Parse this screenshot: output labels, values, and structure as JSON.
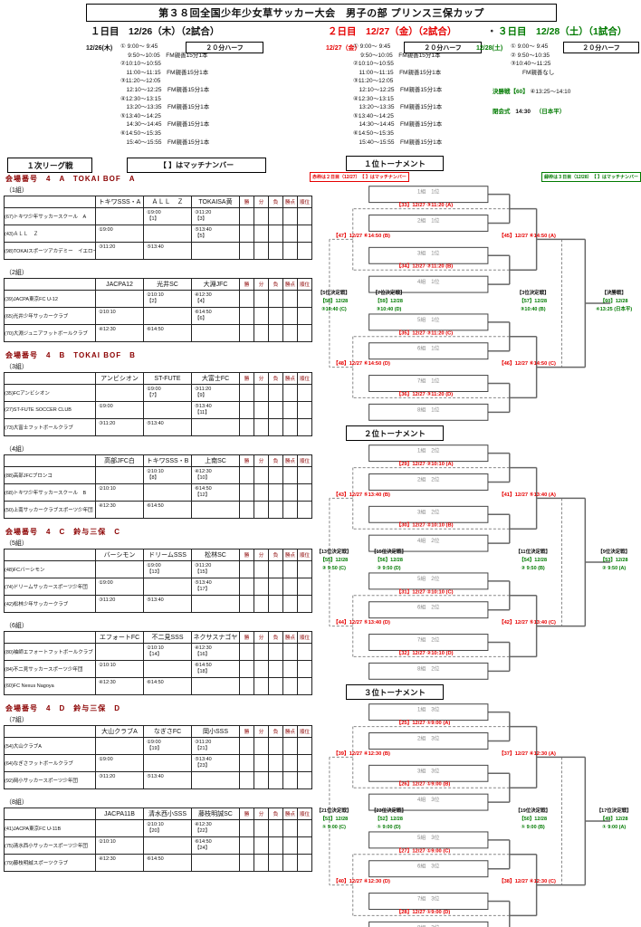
{
  "page": {
    "title": "第３８回全国少年少女草サッカー大会　男子の部 プリンス三保カップ",
    "day1_header": "１日目　12/26（木）（2試合）",
    "day2_header": "２日目　12/27（金）（2試合）",
    "separator": "・",
    "day3_header": "３日目　12/28（土）（1試合）"
  },
  "colors": {
    "red": "#e60000",
    "green": "#007a00",
    "maroon": "#8b0000"
  },
  "schedule": {
    "day1": {
      "date_label": "12/26(木)",
      "half_label": "２０分ハーフ",
      "lines": [
        "① 9:00～ 9:45",
        "　 9:50～10:05　FM親善15分1本",
        "②10:10～10:55",
        "　11:00～11:15　FM親善15分1本",
        "③11:20～12:05",
        "　12:10～12:25　FM親善15分1本",
        "④12:30～13:15",
        "　13:20～13:35　FM親善15分1本",
        "⑤13:40～14:25",
        "　14:30～14:45　FM親善15分1本",
        "⑥14:50～15:35",
        "　15:40～15:55　FM親善15分1本"
      ]
    },
    "day2": {
      "date_label": "12/27（金）",
      "half_label": "２０分ハーフ",
      "lines": [
        "① 9:00～ 9:45",
        "　 9:50～10:05　FM親善15分1本",
        "②10:10～10:55",
        "　11:00～11:15　FM親善15分1本",
        "③11:20～12:05",
        "　12:10～12:25　FM親善15分1本",
        "④12:30～13:15",
        "　13:20～13:35　FM親善15分1本",
        "⑤13:40～14:25",
        "　14:30～14:45　FM親善15分1本",
        "⑥14:50～15:35",
        "　15:40～15:55　FM親善15分1本"
      ]
    },
    "day3": {
      "date_label": "12/28(土)",
      "half_label": "２０分ハーフ",
      "lines": [
        "① 9:00～ 9:45",
        "② 9:50～10:35",
        "③10:40～11:25",
        "　　FM親善なし"
      ],
      "final_label": "決勝戦【60】",
      "final_time": "④13:25～14:10",
      "closing_label": "閉会式",
      "closing_time": "14:30",
      "closing_venue": "（日本平）"
    }
  },
  "league": {
    "section_label": "１次リーグ戦",
    "match_note": "【 】はマッチナンバー",
    "result_cols": [
      "勝",
      "分",
      "負",
      "勝点",
      "順位"
    ],
    "venues": [
      {
        "heading": "会場番号　4　A　TOKAI BOF　A",
        "groups": [
          {
            "name": "（1組）",
            "cols": [
              "トキワSSS・A",
              "ＡＬＬ　Ｚ",
              "TOKAISA黄"
            ],
            "rows": [
              {
                "team": "(67)トキワ少年サッカースクール　A",
                "cells": [
                  "",
                  "①9:00\n【1】",
                  "③11:20\n【3】"
                ]
              },
              {
                "team": "(43)ＡＬＬ　Ｚ",
                "cells": [
                  "①9:00",
                  "",
                  "⑤13:40\n【5】"
                ]
              },
              {
                "team": "(98)TOKAIスポーツアカデミー　イエロー",
                "cells": [
                  "③11:20",
                  "⑤13:40",
                  ""
                ]
              }
            ]
          },
          {
            "name": "（2組）",
            "cols": [
              "JACPA12",
              "光井SC",
              "大淵JFC"
            ],
            "rows": [
              {
                "team": "(39)JACPA東京FC U-12",
                "cells": [
                  "",
                  "②10:10\n【2】",
                  "④12:30\n【4】"
                ]
              },
              {
                "team": "(65)光井少年サッカークラブ",
                "cells": [
                  "②10:10",
                  "",
                  "⑥14:50\n【6】"
                ]
              },
              {
                "team": "(70)大淵ジュニアフットボールクラブ",
                "cells": [
                  "④12:30",
                  "⑥14:50",
                  ""
                ]
              }
            ]
          }
        ]
      },
      {
        "heading": "会場番号　4　B　TOKAI BOF　B",
        "groups": [
          {
            "name": "（3組）",
            "cols": [
              "アンビシオン",
              "ST-FUTE",
              "大富士FC"
            ],
            "rows": [
              {
                "team": "(35)FCアンビシオン",
                "cells": [
                  "",
                  "①9:00\n【7】",
                  "③11:20\n【9】"
                ]
              },
              {
                "team": "(27)ST-FUTE  SOCCER  CLUB",
                "cells": [
                  "①9:00",
                  "",
                  "⑤13:40\n【11】"
                ]
              },
              {
                "team": "(73)大富士フットボールクラブ",
                "cells": [
                  "③11:20",
                  "⑤13:40",
                  ""
                ]
              }
            ]
          },
          {
            "name": "（4組）",
            "cols": [
              "高部JFC白",
              "トキワSSS・B",
              "上南SC"
            ],
            "rows": [
              {
                "team": "(88)高部JFCブロンコ",
                "cells": [
                  "",
                  "②10:10\n【8】",
                  "④12:30\n【10】"
                ]
              },
              {
                "team": "(68)トキワ少年サッカースクール　B",
                "cells": [
                  "②10:10",
                  "",
                  "⑥14:50\n【12】"
                ]
              },
              {
                "team": "(50)上南サッカークラブスポーツ少年団",
                "cells": [
                  "④12:30",
                  "⑥14:50",
                  ""
                ]
              }
            ]
          }
        ]
      },
      {
        "heading": "会場番号　4　C　鈴与三保　C",
        "groups": [
          {
            "name": "（5組）",
            "cols": [
              "バーシモン",
              "ドリームSSS",
              "松林SC"
            ],
            "rows": [
              {
                "team": "(48)FCバーシモン",
                "cells": [
                  "",
                  "①9:00\n【13】",
                  "③11:20\n【15】"
                ]
              },
              {
                "team": "(74)ドリームサッカースポーツ少年団",
                "cells": [
                  "①9:00",
                  "",
                  "⑤13:40\n【17】"
                ]
              },
              {
                "team": "(42)松林少年サッカークラブ",
                "cells": [
                  "③11:20",
                  "⑤13:40",
                  ""
                ]
              }
            ]
          },
          {
            "name": "（6組）",
            "cols": [
              "エフォートFC",
              "不二見SSS",
              "ネクサスナゴヤ"
            ],
            "rows": [
              {
                "team": "(80)袖師エフォートフットボールクラブ",
                "cells": [
                  "",
                  "②10:10\n【14】",
                  "④12:30\n【16】"
                ]
              },
              {
                "team": "(84)不二見サッカースポーツ少年団",
                "cells": [
                  "②10:10",
                  "",
                  "⑥14:50\n【18】"
                ]
              },
              {
                "team": "(60)FC  Nexus  Nagoya",
                "cells": [
                  "④12:30",
                  "⑥14:50",
                  ""
                ]
              }
            ]
          }
        ]
      },
      {
        "heading": "会場番号　4　D　鈴与三保　D",
        "groups": [
          {
            "name": "（7組）",
            "cols": [
              "大山クラブA",
              "なぎさFC",
              "岡小SSS"
            ],
            "rows": [
              {
                "team": "(54)大山クラブA",
                "cells": [
                  "",
                  "①9:00\n【19】",
                  "③11:20\n【21】"
                ]
              },
              {
                "team": "(64)なぎさフットボールクラブ",
                "cells": [
                  "①9:00",
                  "",
                  "⑤13:40\n【23】"
                ]
              },
              {
                "team": "(92)岡小サッカースポーツ少年団",
                "cells": [
                  "③11:20",
                  "⑤13:40",
                  ""
                ]
              }
            ]
          },
          {
            "name": "（8組）",
            "cols": [
              "JACPA11B",
              "清水西小SSS",
              "藤枝明誠SC"
            ],
            "rows": [
              {
                "team": "(41)JACPA東京FC U-11B",
                "cells": [
                  "",
                  "②10:10\n【20】",
                  "④12:30\n【22】"
                ]
              },
              {
                "team": "(75)清水西小サッカースポーツ少年団",
                "cells": [
                  "②10:10",
                  "",
                  "⑥14:50\n【24】"
                ]
              },
              {
                "team": "(79)藤枝明誠スポーツクラブ",
                "cells": [
                  "④12:30",
                  "⑥14:50",
                  ""
                ]
              }
            ]
          }
        ]
      }
    ]
  },
  "tournaments": [
    {
      "label": "１位トーナメント",
      "note_red": "赤枠は２日目（12/27）　【 】はマッチナンバー",
      "note_green": "緑枠は３日目（12/28）　【 】はマッチナンバー",
      "entries": [
        "1組　1位",
        "2組　1位",
        "3組　1位",
        "4組　1位",
        "5組　1位",
        "6組　1位",
        "7組　1位",
        "8組　1位"
      ],
      "qf": [
        "【33】12/27 ③11:20 (A)",
        "【34】12/27 ③11:20 (B)",
        "【35】12/27 ③11:20 (C)",
        "【36】12/27 ③11:20 (D)"
      ],
      "sf": [
        "【45】12/27 ⑥14:50 (A)",
        "【46】12/27 ⑥14:50 (C)"
      ],
      "cons": [
        "【47】12/27 ⑥14:50 (B)",
        "【48】12/27 ⑥14:50 (D)"
      ],
      "finals": [
        {
          "title": "【5位決定戦】",
          "num_date": "【58】12/28",
          "time_venue": "③10:40 (C)"
        },
        {
          "title": "【7位決定戦】",
          "num_date": "【59】12/28",
          "time_venue": "③10:40 (D)"
        },
        {
          "title": "【3位決定戦】",
          "num_date": "【57】12/28",
          "time_venue": "③10:40 (B)"
        },
        {
          "title": "【決勝戦】",
          "num_date": "【60】12/28",
          "time_venue": "④13:25 (日本平)"
        }
      ]
    },
    {
      "label": "２位トーナメント",
      "entries": [
        "1組　2位",
        "2組　2位",
        "3組　2位",
        "4組　2位",
        "5組　2位",
        "6組　2位",
        "7組　2位",
        "8組　2位"
      ],
      "qf": [
        "【29】12/27 ②10:10 (A)",
        "【30】12/27 ②10:10 (B)",
        "【31】12/27 ②10:10 (C)",
        "【32】12/27 ②10:10 (D)"
      ],
      "sf": [
        "【41】12/27 ⑤13:40 (A)",
        "【42】12/27 ⑤13:40 (C)"
      ],
      "cons": [
        "【43】12/27 ⑤13:40 (B)",
        "【44】12/27 ⑤13:40 (D)"
      ],
      "finals": [
        {
          "title": "【13位決定戦】",
          "num_date": "【55】12/28",
          "time_venue": "② 9:50 (C)"
        },
        {
          "title": "【15位決定戦】",
          "num_date": "【56】12/28",
          "time_venue": "② 9:50 (D)"
        },
        {
          "title": "【11位決定戦】",
          "num_date": "【54】12/28",
          "time_venue": "② 9:50 (B)"
        },
        {
          "title": "【9位決定戦】",
          "num_date": "【53】12/28",
          "time_venue": "② 9:50 (A)"
        }
      ]
    },
    {
      "label": "３位トーナメント",
      "entries": [
        "1組　3位",
        "2組　3位",
        "3組　3位",
        "4組　3位",
        "5組　3位",
        "6組　3位",
        "7組　3位",
        "8組　3位"
      ],
      "qf": [
        "【25】12/27 ①9:00 (A)",
        "【26】12/27 ①9:00 (B)",
        "【27】12/27 ①9:00 (C)",
        "【28】12/27 ①9:00 (D)"
      ],
      "sf": [
        "【37】12/27 ④12:30 (A)",
        "【38】12/27 ④12:30 (C)"
      ],
      "cons": [
        "【39】12/27 ④12:30 (B)",
        "【40】12/27 ④12:30 (D)"
      ],
      "finals": [
        {
          "title": "【21位決定戦】",
          "num_date": "【51】12/28",
          "time_venue": "① 9:00 (C)"
        },
        {
          "title": "【23位決定戦】",
          "num_date": "【52】12/28",
          "time_venue": "① 9:00 (D)"
        },
        {
          "title": "【19位決定戦】",
          "num_date": "【50】12/28",
          "time_venue": "① 9:00 (B)"
        },
        {
          "title": "【17位決定戦】",
          "num_date": "【49】12/28",
          "time_venue": "① 9:00 (A)"
        }
      ]
    }
  ]
}
